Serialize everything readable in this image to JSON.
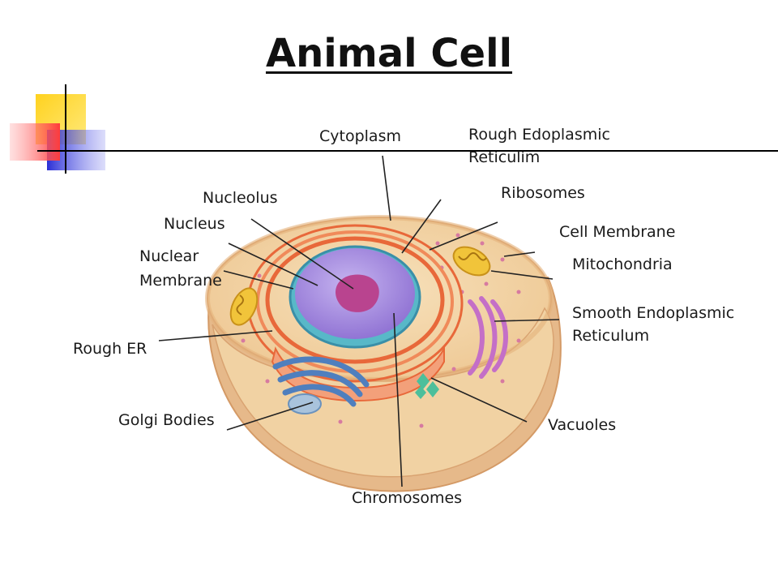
{
  "title": "Animal Cell",
  "labels": {
    "cytoplasm": "Cytoplasm",
    "rough_er_top_1": "Rough Edoplasmic",
    "rough_er_top_2": "Reticulim",
    "ribosomes": "Ribosomes",
    "cell_membrane": "Cell Membrane",
    "mitochondria": "Mitochondria",
    "smooth_er_1": "Smooth Endoplasmic",
    "smooth_er_2": "Reticulum",
    "nucleolus": "Nucleolus",
    "nucleus": "Nucleus",
    "nuclear_membrane_1": "Nuclear",
    "nuclear_membrane_2": "Membrane",
    "rough_er": "Rough ER",
    "golgi_bodies": "Golgi Bodies",
    "vacuoles": "Vacuoles",
    "chromosomes": "Chromosomes"
  },
  "colors": {
    "decor_yellow": "#ffd21f",
    "decor_red": "#ff4a4a",
    "decor_blue": "#2b2fd6",
    "cell_body": "#f1d2a3",
    "cell_wall": "#e0a76e",
    "nucleus": "#a88be0",
    "nucleolus": "#b9448f",
    "rough_er": "#e8683a",
    "golgi": "#4f7fbe",
    "mitochondria": "#f1c43a",
    "smooth_er": "#c46fc7",
    "vacuole": "#4cbf9b"
  }
}
